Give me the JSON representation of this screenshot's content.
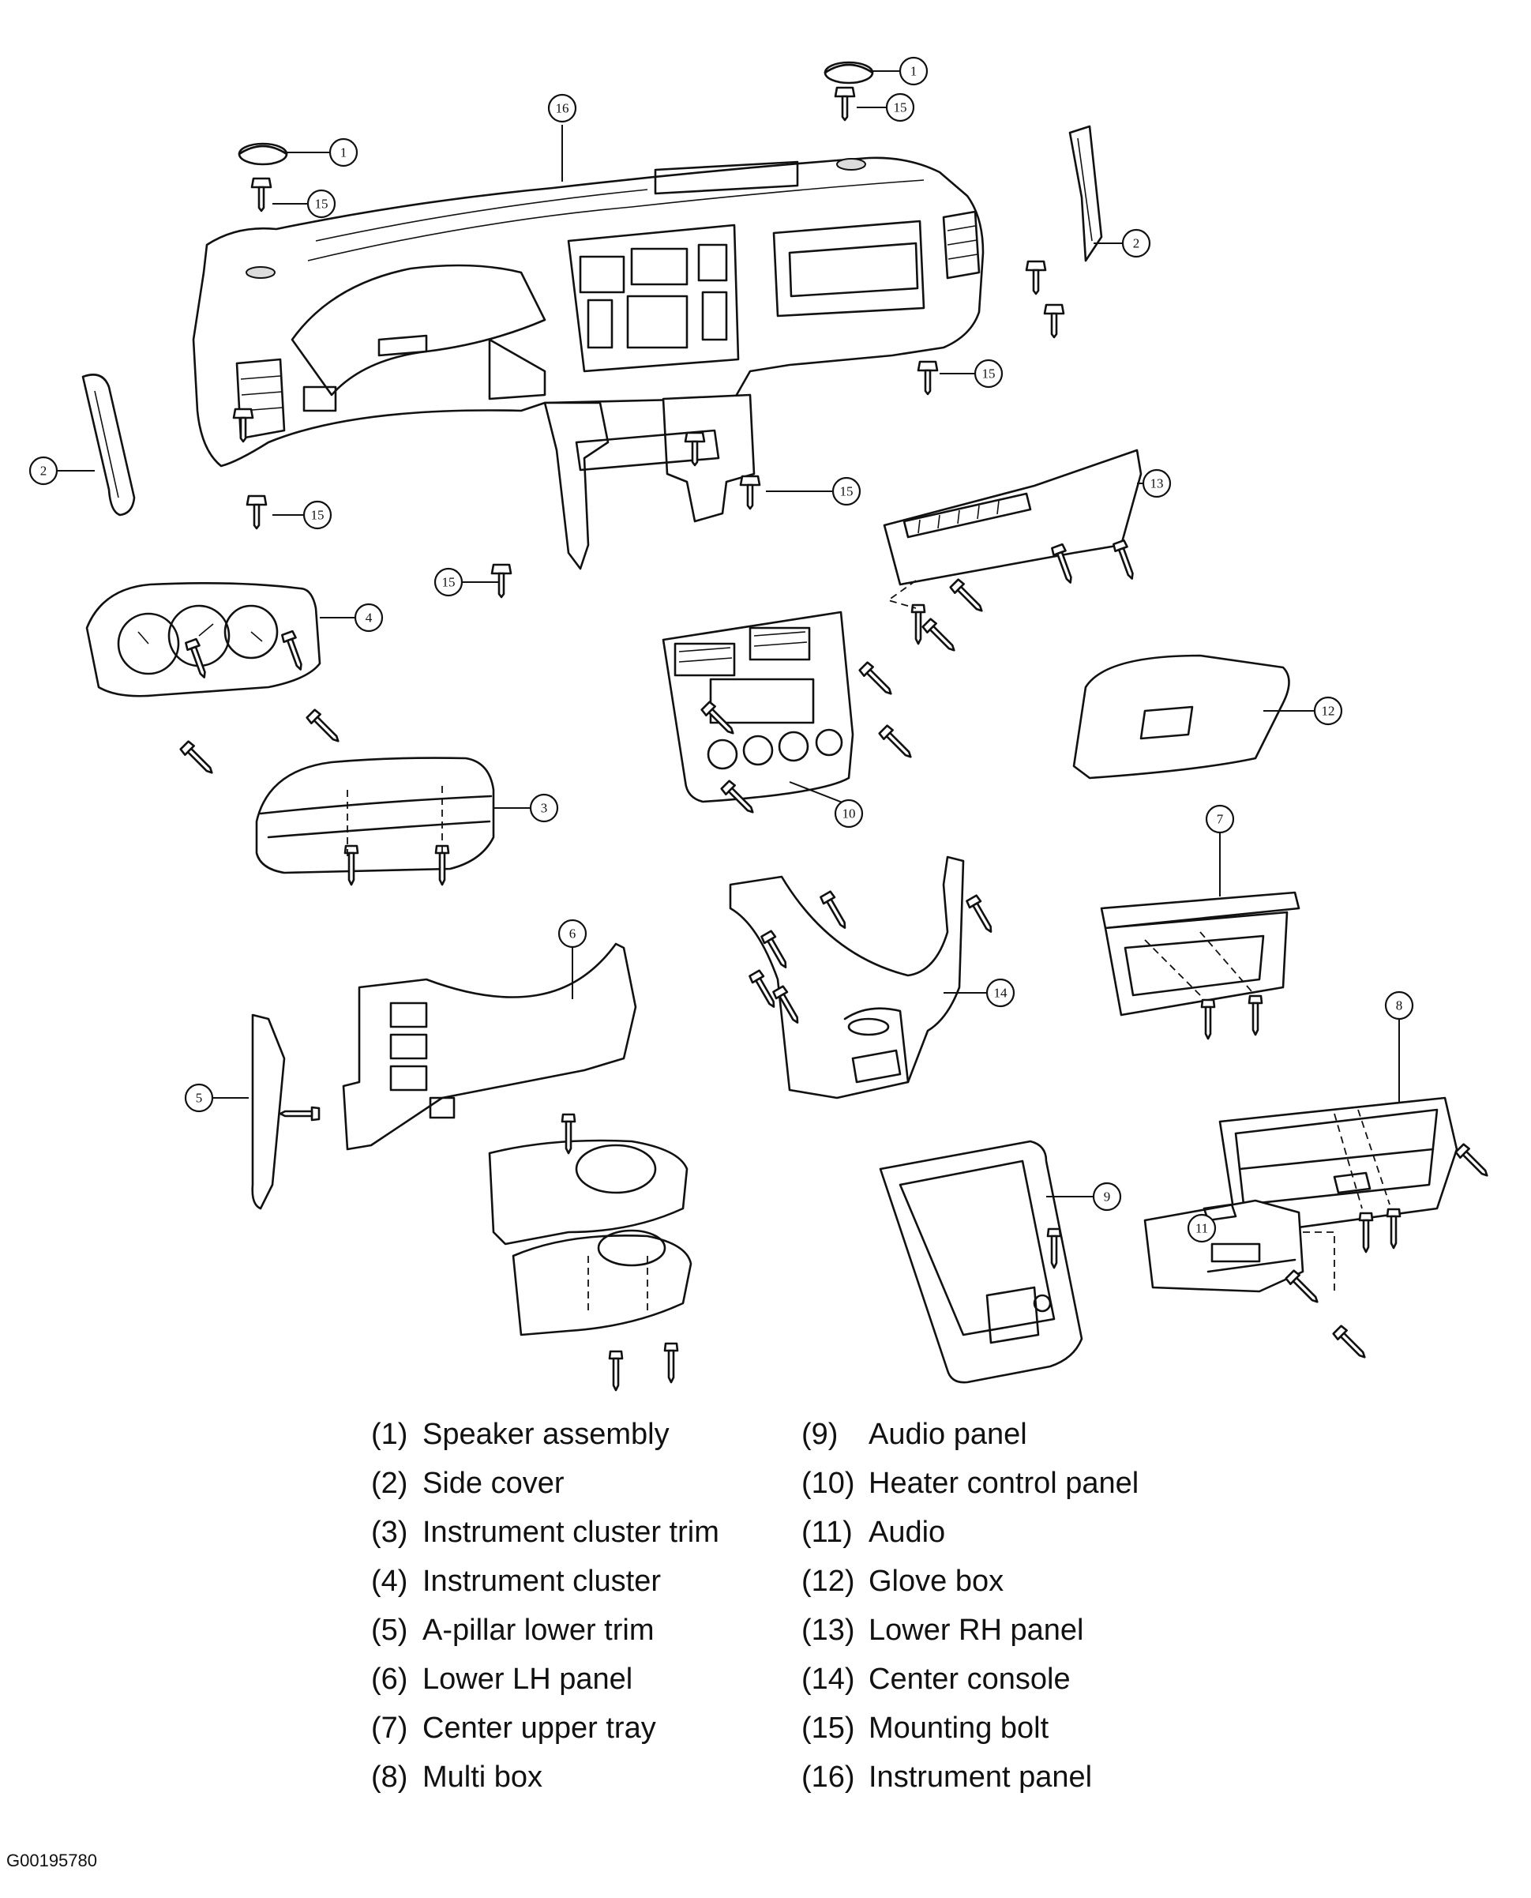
{
  "callouts": {
    "c1": "1",
    "c2": "2",
    "c3": "3",
    "c4": "4",
    "c5": "5",
    "c6": "6",
    "c7": "7",
    "c8": "8",
    "c9": "9",
    "c10": "10",
    "c11": "11",
    "c12": "12",
    "c13": "13",
    "c14": "14",
    "c15": "15",
    "c16": "16"
  },
  "legend": {
    "left": [
      {
        "num": "(1)",
        "label": "Speaker assembly"
      },
      {
        "num": "(2)",
        "label": "Side cover"
      },
      {
        "num": "(3)",
        "label": "Instrument cluster trim"
      },
      {
        "num": "(4)",
        "label": "Instrument cluster"
      },
      {
        "num": "(5)",
        "label": "A-pillar lower trim"
      },
      {
        "num": "(6)",
        "label": "Lower LH panel"
      },
      {
        "num": "(7)",
        "label": "Center upper tray"
      },
      {
        "num": "(8)",
        "label": "Multi box"
      }
    ],
    "right": [
      {
        "num": "(9)",
        "label": "Audio panel"
      },
      {
        "num": "(10)",
        "label": "Heater control panel"
      },
      {
        "num": "(11)",
        "label": "Audio"
      },
      {
        "num": "(12)",
        "label": "Glove box"
      },
      {
        "num": "(13)",
        "label": "Lower RH panel"
      },
      {
        "num": "(14)",
        "label": "Center console"
      },
      {
        "num": "(15)",
        "label": "Mounting bolt"
      },
      {
        "num": "(16)",
        "label": "Instrument panel"
      }
    ]
  },
  "figure_code": "G00195780"
}
